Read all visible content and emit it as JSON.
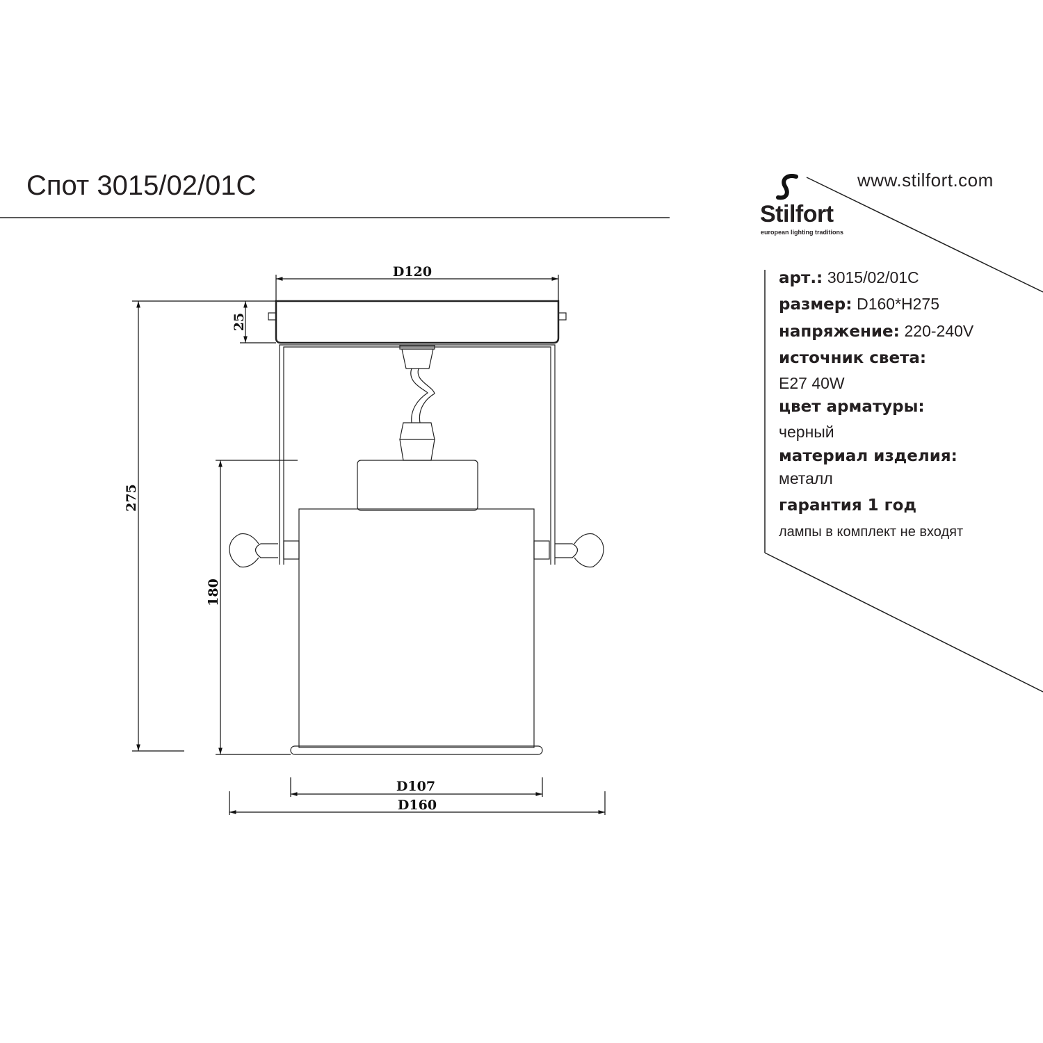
{
  "header": {
    "title": "Спот 3015/02/01C",
    "url": "www.stilfort.com",
    "logo": {
      "brand": "Stilfort",
      "tagline": "european lighting traditions"
    }
  },
  "specs": {
    "article_label": "арт.:",
    "article_value": "3015/02/01C",
    "size_label": "размер:",
    "size_value": "D160*H275",
    "voltage_label": "напряжение:",
    "voltage_value": "220-240V",
    "light_source_label": "источник света:",
    "light_source_value": "E27 40W",
    "fitting_color_label": "цвет арматуры:",
    "fitting_color_value": "черный",
    "material_label": "материал изделия:",
    "material_value": "металл",
    "warranty": "гарантия 1 год",
    "note": "лампы в  комплект не входят"
  },
  "dimensions": {
    "canopy_diameter": "D120",
    "canopy_height": "25",
    "total_height": "275",
    "shade_height": "180",
    "shade_diameter": "D107",
    "overall_width": "D160"
  }
}
